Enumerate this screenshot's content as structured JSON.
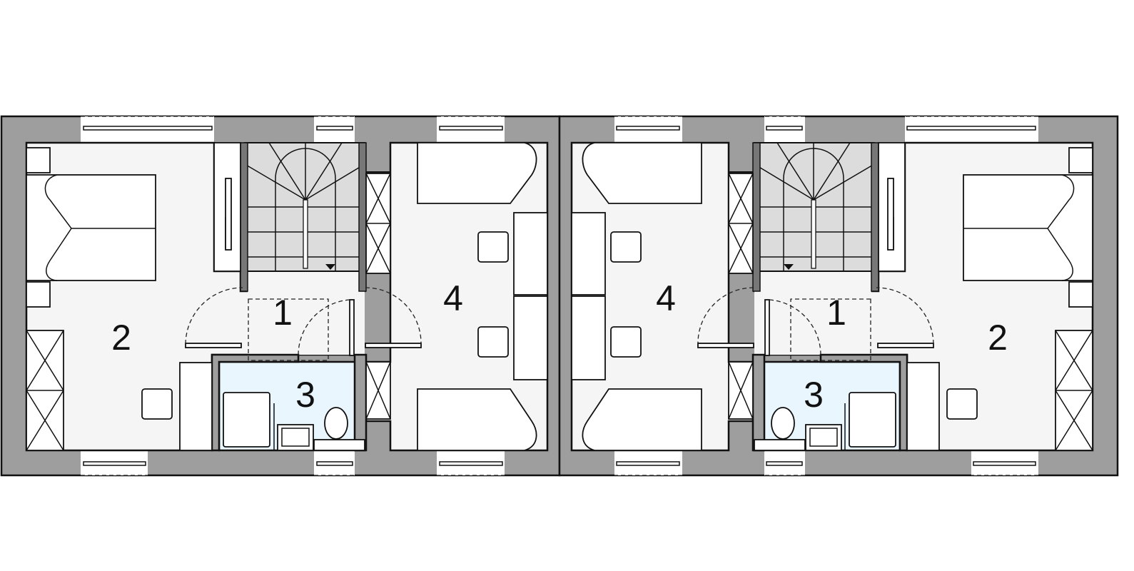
{
  "plan": {
    "units": [
      {
        "rooms": [
          {
            "label": "1"
          },
          {
            "label": "2"
          },
          {
            "label": "3"
          },
          {
            "label": "4"
          }
        ]
      },
      {
        "rooms": [
          {
            "label": "1"
          },
          {
            "label": "2"
          },
          {
            "label": "3"
          },
          {
            "label": "4"
          }
        ]
      }
    ],
    "colors": {
      "wall": "#9e9e9e",
      "floor": "#f5f5f5",
      "bathroom": "#eaf6fd",
      "stairs": "#dcdcdc"
    }
  }
}
